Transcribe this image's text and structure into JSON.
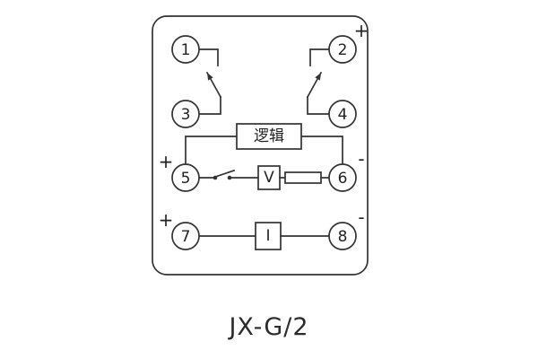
{
  "diagram": {
    "caption": "JX-G/2",
    "terminals": {
      "t1": "1",
      "t2": "2",
      "t3": "3",
      "t4": "4",
      "t5": "5",
      "t6": "6",
      "t7": "7",
      "t8": "8"
    },
    "labels": {
      "logic": "逻辑",
      "voltage": "V",
      "current": "I"
    },
    "polarity": {
      "plus": "+",
      "minus": "-"
    },
    "colors": {
      "line": "#333333",
      "background": "#ffffff"
    }
  }
}
